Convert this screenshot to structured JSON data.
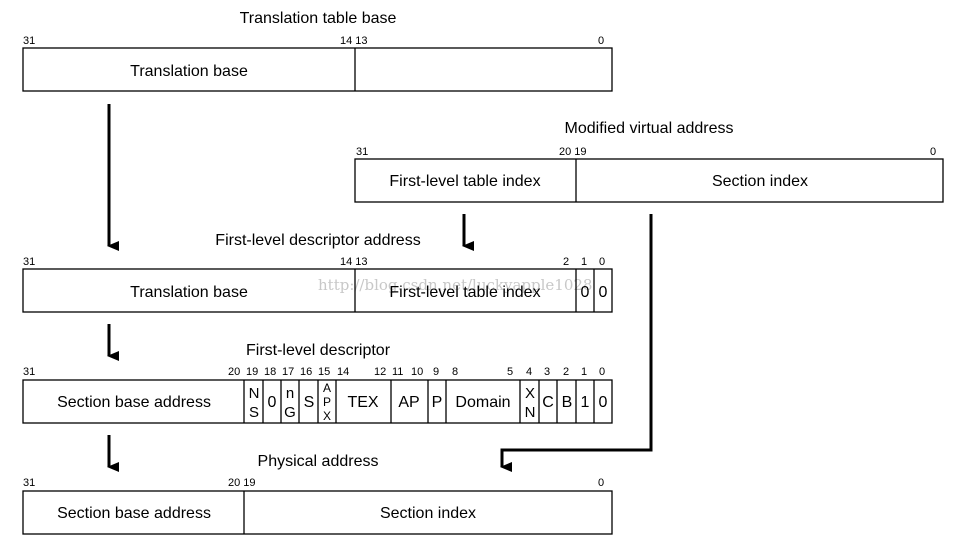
{
  "watermark": "http://blog.csdn.net/luckyapple1028",
  "translation_table_base": {
    "title": "Translation table base",
    "bits": [
      "31",
      "14 13",
      "0"
    ],
    "fields": [
      "Translation base",
      ""
    ]
  },
  "modified_virtual_address": {
    "title": "Modified virtual address",
    "bits": [
      "31",
      "20 19",
      "0"
    ],
    "fields": [
      "First-level table index",
      "Section index"
    ]
  },
  "first_level_descriptor_address": {
    "title": "First-level descriptor address",
    "bits": [
      "31",
      "14 13",
      "2",
      "1",
      "0"
    ],
    "fields": [
      "Translation base",
      "First-level table index",
      "0",
      "0"
    ]
  },
  "first_level_descriptor": {
    "title": "First-level descriptor",
    "bits": [
      "31",
      "20",
      "19",
      "18",
      "17",
      "16",
      "15",
      "14",
      "12",
      "11",
      "10",
      "9",
      "8",
      "5",
      "4",
      "3",
      "2",
      "1",
      "0"
    ],
    "fields": {
      "section_base": "Section base address",
      "ns_top": "N",
      "ns_bottom": "S",
      "zero": "0",
      "ng_top": "n",
      "ng_bottom": "G",
      "s": "S",
      "apx_1": "A",
      "apx_2": "P",
      "apx_3": "X",
      "tex": "TEX",
      "ap": "AP",
      "p": "P",
      "domain": "Domain",
      "xn_top": "X",
      "xn_bottom": "N",
      "c": "C",
      "b": "B",
      "one": "1",
      "zero_last": "0"
    }
  },
  "physical_address": {
    "title": "Physical address",
    "bits": [
      "31",
      "20 19",
      "0"
    ],
    "fields": [
      "Section base address",
      "Section index"
    ]
  }
}
